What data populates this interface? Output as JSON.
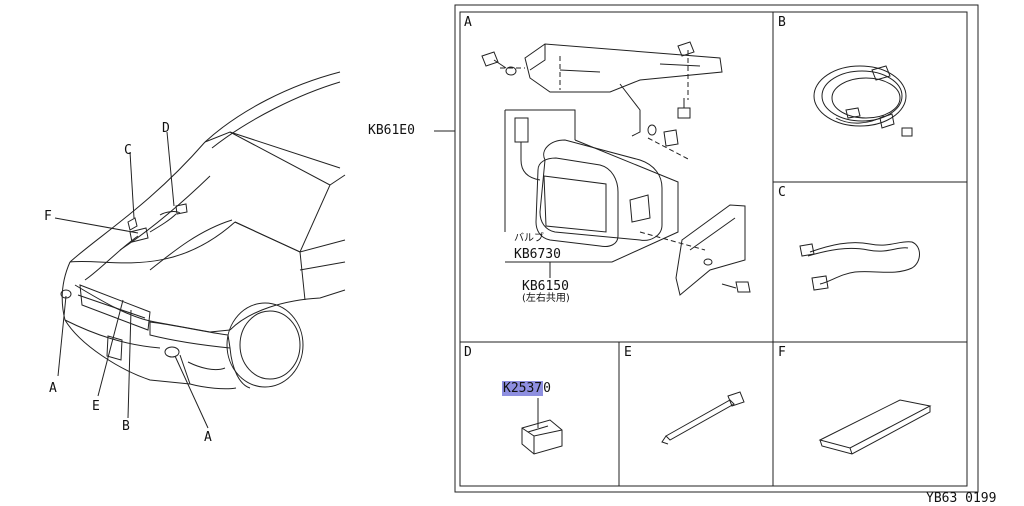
{
  "kit_part_no": "KB61E0",
  "panel_letters": {
    "a": "A",
    "b": "B",
    "c": "C",
    "d": "D",
    "e": "E",
    "f": "F"
  },
  "car_callouts": {
    "a_left": "A",
    "a_right": "A",
    "b": "B",
    "c": "C",
    "d": "D",
    "e": "E",
    "f": "F"
  },
  "panel_a": {
    "bulb_label": "バルブ",
    "bulb_part_no": "KB6730",
    "lamp_part_no": "KB6150",
    "lamp_note": "(左右共用)"
  },
  "panel_d": {
    "switch_part_no_highlighted": "K2537",
    "switch_part_no_suffix": "0"
  },
  "highlight_color": "#8e8fe0",
  "figure_code": "YB63 0199"
}
